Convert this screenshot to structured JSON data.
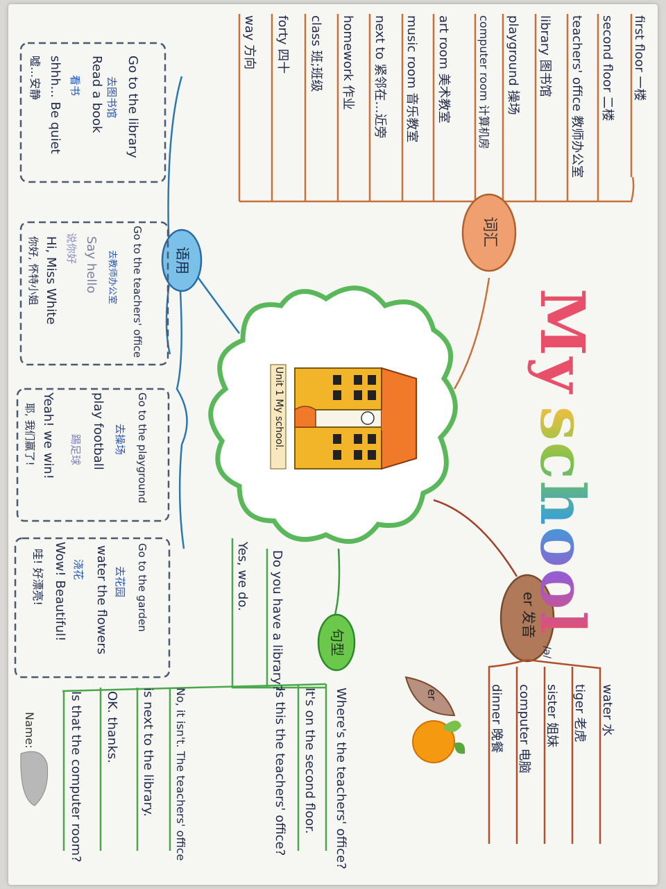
{
  "title": {
    "word1": "My",
    "word2": "school",
    "colors": [
      "#e8506a",
      "#e88a3a",
      "#f0c040",
      "#7cc24a",
      "#3aa0d8",
      "#9a5ad0"
    ]
  },
  "center": {
    "caption": "Unit 1 My school."
  },
  "vocab": {
    "bubble": "词汇",
    "lines": [
      "first floor 一楼",
      "second floor 二楼",
      "teachers' office 教师办公室",
      "library 图书馆",
      "playground 操场",
      "computer room 计算机房",
      "art room 美术教室",
      "music room 音乐教室",
      "next to 紧邻在…近旁",
      "homework 作业",
      "class 班;班级",
      "forty 四十",
      "way 方向"
    ]
  },
  "er": {
    "bubble": "er 发音",
    "number": "/ə/",
    "lines": [
      "water 水",
      "tiger 老虎",
      "sister 姐妹",
      "computer 电脑",
      "dinner 晚餐"
    ],
    "leaf": "er"
  },
  "sentences": {
    "bubble": "句型",
    "lines": [
      "Where's the teachers' office?",
      "It's on the second floor.",
      "Is this the teachers' office?",
      "No, it isn't. The teachers' office",
      "is next to the library.",
      "OK. thanks.",
      "Is that the computer room?",
      "Do you have a library?",
      "Yes, we do."
    ]
  },
  "dialogue": {
    "bubble": "语用",
    "boxes": [
      {
        "lines": [
          "Go to the library",
          "去图书馆",
          "Read a book",
          "看书",
          "shhh... Be quiet",
          "嘘…安静"
        ]
      },
      {
        "lines": [
          "Go to the teachers' office",
          "去教师办公室",
          "Say hello",
          "说你好",
          "Hi, Miss White",
          "你好, 怀特小姐"
        ]
      },
      {
        "lines": [
          "Go to the playground",
          "去操场",
          "play football",
          "踢足球",
          "Yeah! we win!",
          "耶, 我们赢了!"
        ]
      },
      {
        "lines": [
          "Go to the garden",
          "去花园",
          "water the flowers",
          "浇花",
          "Wow! Beautiful!",
          "哇! 好漂亮!"
        ]
      }
    ]
  },
  "name_label": "Name:"
}
